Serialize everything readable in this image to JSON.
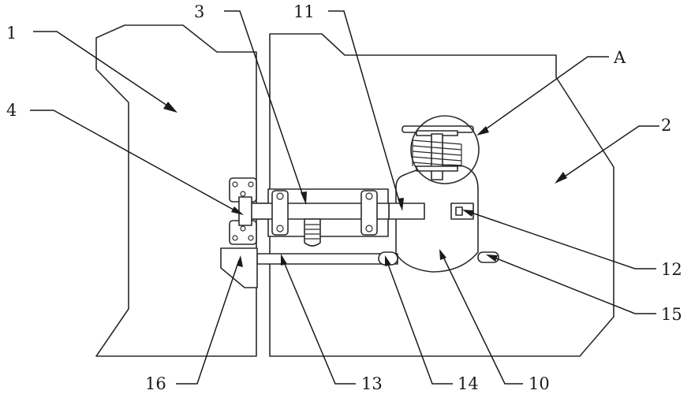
{
  "diagram": {
    "labels": {
      "l1": "1",
      "l2": "2",
      "l3": "3",
      "l4": "4",
      "l10": "10",
      "l11": "11",
      "l12": "12",
      "l13": "13",
      "l14": "14",
      "l15": "15",
      "l16": "16",
      "lA": "A"
    }
  }
}
